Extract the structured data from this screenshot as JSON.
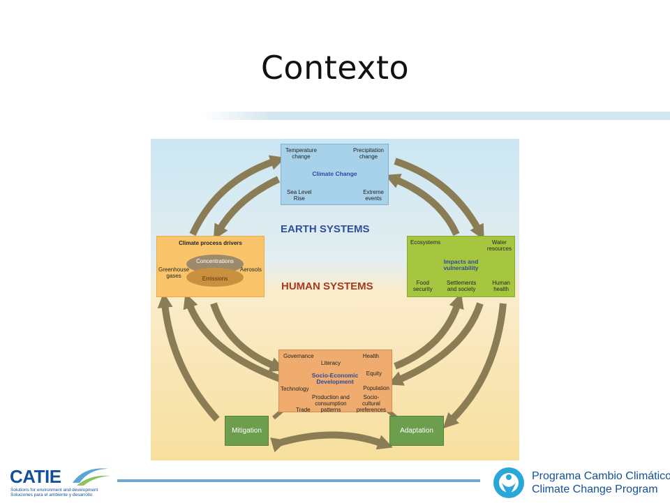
{
  "slide": {
    "title": "Contexto"
  },
  "diagram": {
    "climate_change": {
      "title": "Climate Change",
      "temperature": "Temperature change",
      "temperature_l1": "Temperature",
      "temperature_l2": "change",
      "precipitation_l1": "Precipitation",
      "precipitation_l2": "change",
      "sea_level_l1": "Sea Level",
      "sea_level_l2": "Rise",
      "extreme_l1": "Extreme",
      "extreme_l2": "events"
    },
    "earth_systems": "EARTH SYSTEMS",
    "human_systems": "HUMAN SYSTEMS",
    "drivers": {
      "title": "Climate process drivers",
      "concentrations": "Concentrations",
      "emissions": "Emissions",
      "ghg_l1": "Greenhouse",
      "ghg_l2": "gases",
      "aerosols": "Aerosols"
    },
    "impacts": {
      "ecosystems": "Ecosystems",
      "water_l1": "Water",
      "water_l2": "resources",
      "title_l1": "Impacts and",
      "title_l2": "vulnerability",
      "food_l1": "Food",
      "food_l2": "security",
      "settle_l1": "Settlements",
      "settle_l2": "and society",
      "health_l1": "Human",
      "health_l2": "health"
    },
    "socio": {
      "governance": "Governance",
      "health": "Health",
      "literacy": "Literacy",
      "equity": "Equity",
      "title_l1": "Socio-Economic",
      "title_l2": "Development",
      "technology": "Technology",
      "population": "Population",
      "prod_l1": "Production and",
      "prod_l2": "consumption",
      "prod_l3": "patterns",
      "socio_l1": "Socio-",
      "socio_l2": "cultural",
      "socio_l3": "preferences",
      "trade": "Trade"
    },
    "mitigation": "Mitigation",
    "adaptation": "Adaptation",
    "colors": {
      "arrow": "#8a7d55",
      "climate_change_box": "#a8d1ea",
      "drivers_box": "#fac56a",
      "impacts_box": "#a6c640",
      "socio_box": "#efac6e",
      "response_box": "#6c9e4d",
      "earth_text": "#2f4f9a",
      "human_text": "#a9391d"
    }
  },
  "footer": {
    "catie_name": "CATIE",
    "catie_sub_en": "Solutions for environment and development",
    "catie_sub_es": "Soluciones para el ambiente y desarrollo",
    "program_es": "Programa Cambio Climático",
    "program_en": "Climate Change Program"
  }
}
